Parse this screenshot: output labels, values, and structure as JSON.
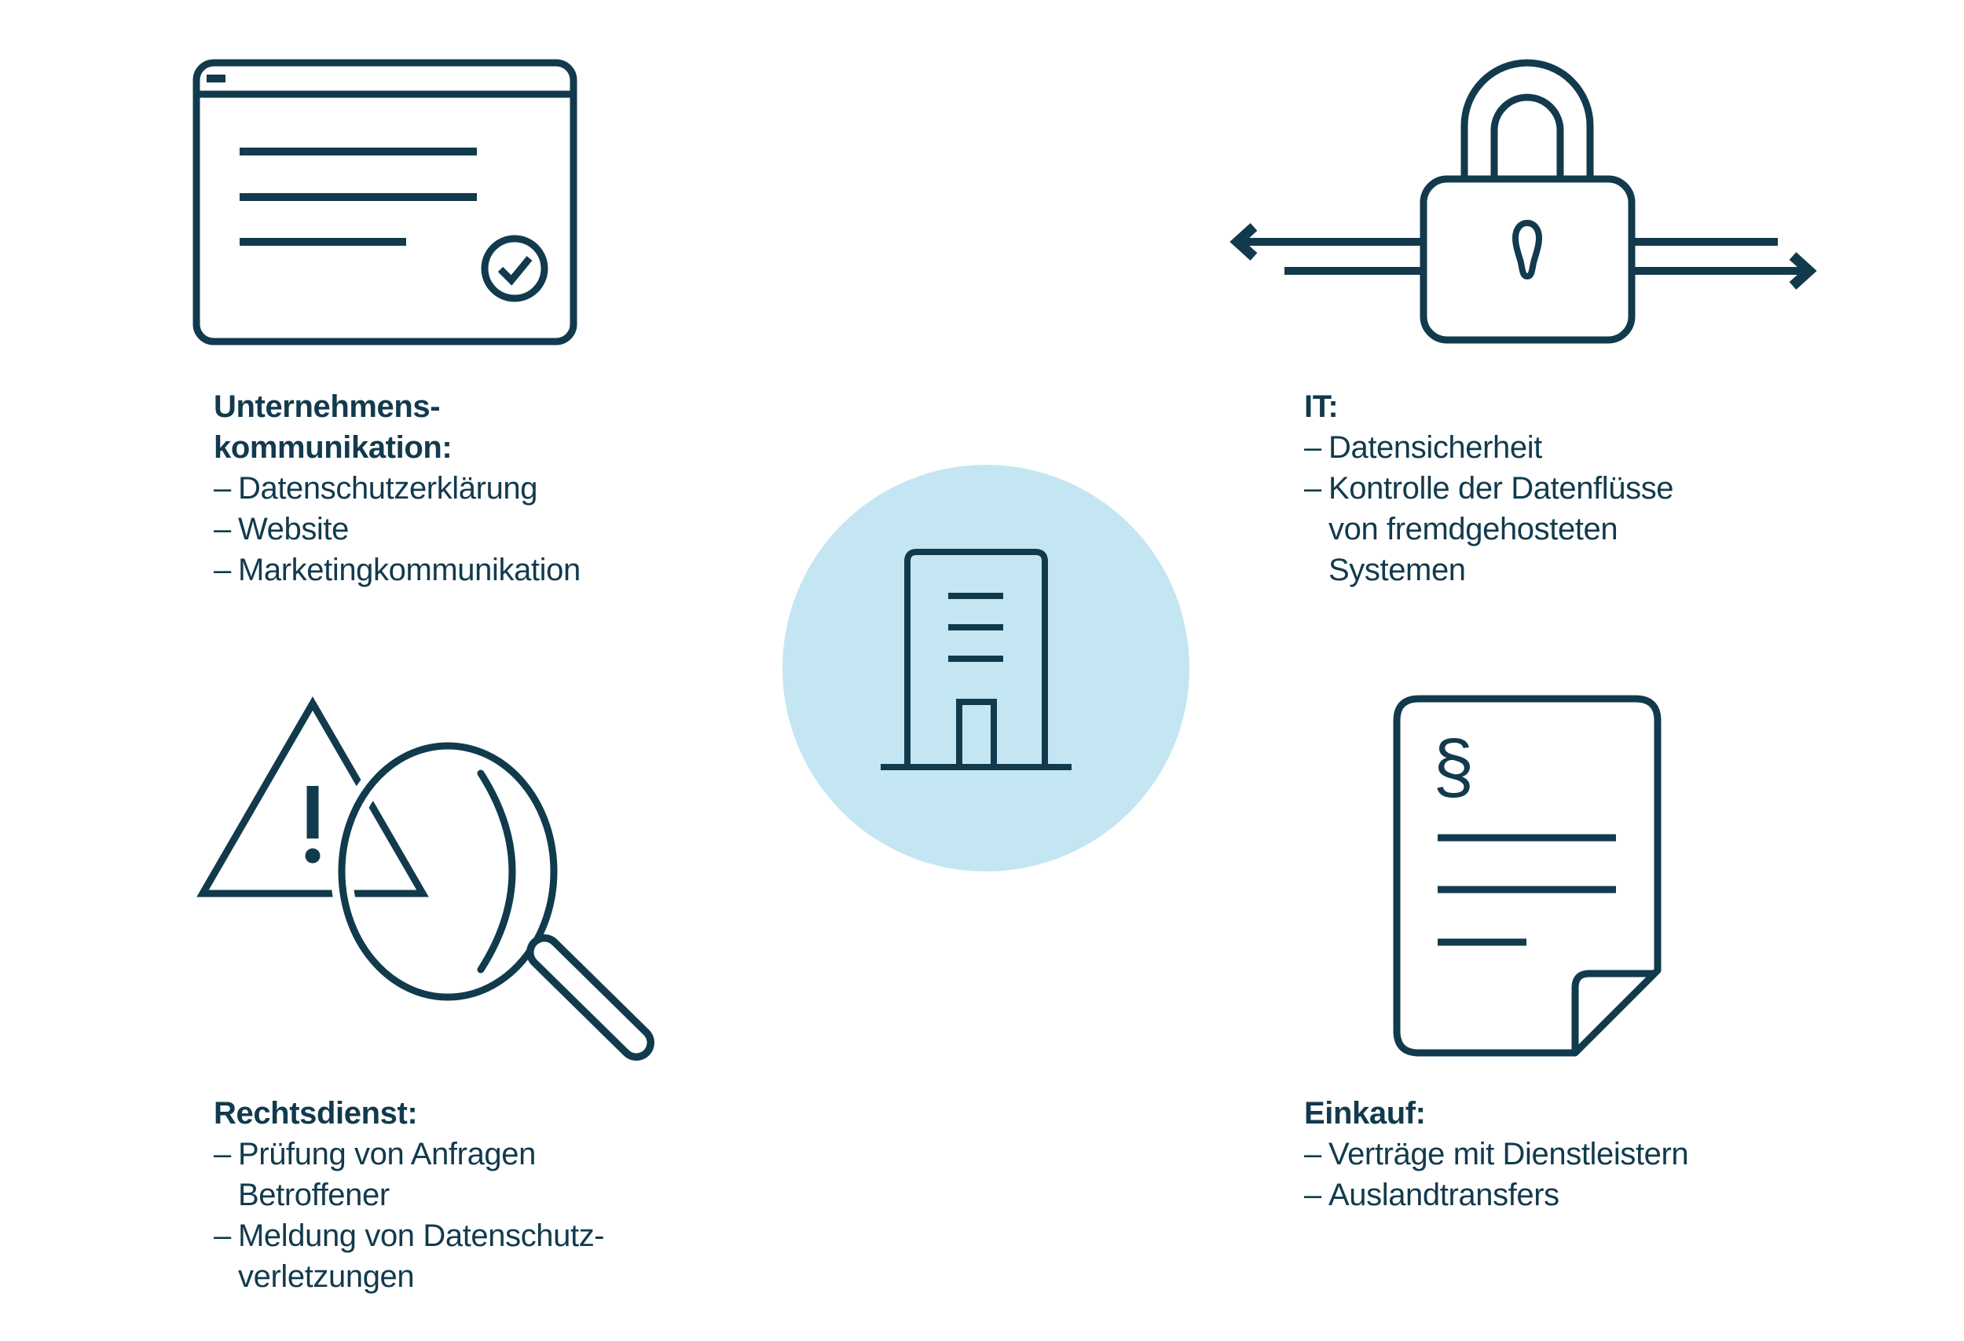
{
  "colors": {
    "ink": "#123a4d",
    "circle_bg": "#c4e6f2",
    "background": "#ffffff"
  },
  "bullet_marker": "–",
  "center": {
    "icon": "building-icon"
  },
  "quadrants": {
    "top_left": {
      "icon": "browser-window-check-icon",
      "title_lines": [
        "Unternehmens-",
        "kommunikation:"
      ],
      "items": [
        {
          "lines": [
            "Datenschutzerklärung"
          ]
        },
        {
          "lines": [
            "Website"
          ]
        },
        {
          "lines": [
            "Marketingkommunikation"
          ]
        }
      ]
    },
    "top_right": {
      "icon": "padlock-dataflow-icon",
      "title_lines": [
        "IT:"
      ],
      "items": [
        {
          "lines": [
            "Datensicherheit"
          ]
        },
        {
          "lines": [
            "Kontrolle der Datenflüsse",
            "von fremdgehosteten",
            "Systemen"
          ]
        }
      ]
    },
    "bottom_left": {
      "icon": "warning-magnifier-icon",
      "title_lines": [
        "Rechtsdienst:"
      ],
      "items": [
        {
          "lines": [
            "Prüfung von Anfragen",
            "Betroffener"
          ]
        },
        {
          "lines": [
            "Meldung von Datenschutz-",
            "verletzungen"
          ]
        }
      ]
    },
    "bottom_right": {
      "icon": "paragraph-document-icon",
      "title_lines": [
        "Einkauf:"
      ],
      "items": [
        {
          "lines": [
            "Verträge mit Dienstleistern"
          ]
        },
        {
          "lines": [
            "Auslandtransfers"
          ]
        }
      ]
    }
  },
  "paragraph_symbol": "§"
}
